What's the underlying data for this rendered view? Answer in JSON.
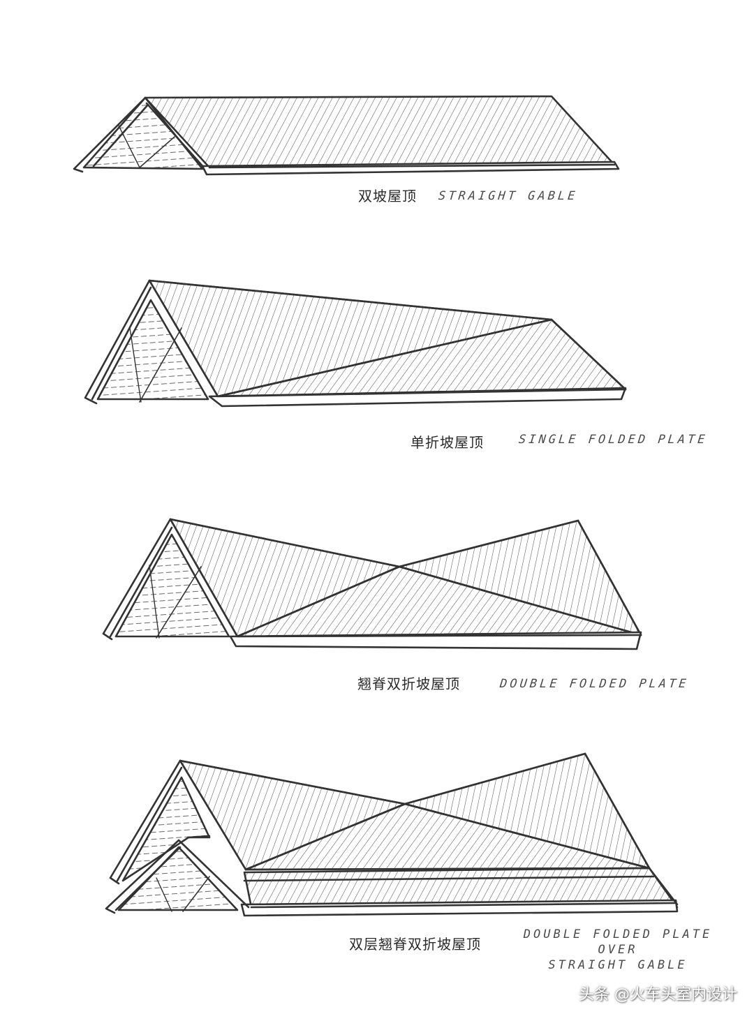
{
  "roofs": [
    {
      "label_cn": "双坡屋顶",
      "label_en": "STRAIGHT GABLE"
    },
    {
      "label_cn": "单折坡屋顶",
      "label_en": "SINGLE FOLDED PLATE"
    },
    {
      "label_cn": "翘脊双折坡屋顶",
      "label_en": "DOUBLE FOLDED PLATE"
    },
    {
      "label_cn": "双层翘脊双折坡屋顶",
      "label_en_lines": [
        "DOUBLE FOLDED PLATE",
        "OVER",
        "STRAIGHT GABLE"
      ]
    }
  ],
  "watermark": "头条 @火车头室内设计",
  "colors": {
    "ink": "#333333",
    "hatch": "#555555",
    "paper": "#ffffff"
  }
}
